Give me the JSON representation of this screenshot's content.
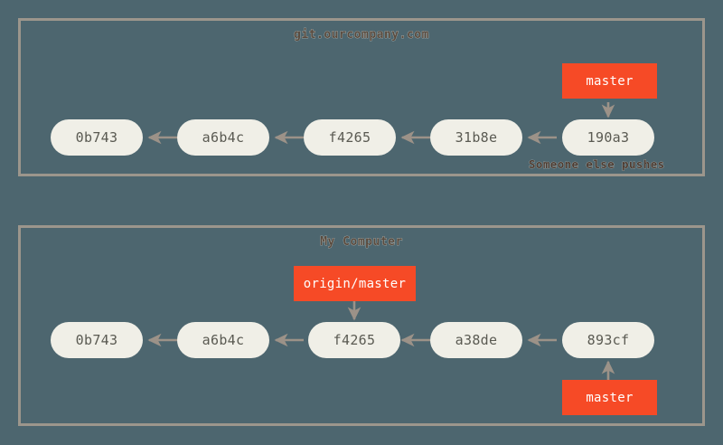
{
  "diagram": {
    "title": "Git remote vs local branch divergence",
    "background_color": "#4d666f",
    "panel_border_color": "#9c968c",
    "commit_node_color": "#f0efe7",
    "commit_text_color": "#5a5a52",
    "ref_label_color": "#f64a26",
    "ref_label_text_color": "#ffffff",
    "arrow_color": "#9c9288",
    "annotation_text_color": "#4c3b31"
  },
  "panels": [
    {
      "id": "remote",
      "title": "git.ourcompany.com",
      "commits": [
        {
          "label": "0b743"
        },
        {
          "label": "a6b4c"
        },
        {
          "label": "f4265"
        },
        {
          "label": "31b8e"
        },
        {
          "label": "190a3"
        }
      ],
      "refs": [
        {
          "label": "master",
          "points_to": "190a3"
        }
      ],
      "annotations": [
        {
          "text": "Someone else pushes"
        }
      ]
    },
    {
      "id": "local",
      "title": "My Computer",
      "commits": [
        {
          "label": "0b743"
        },
        {
          "label": "a6b4c"
        },
        {
          "label": "f4265"
        },
        {
          "label": "a38de"
        },
        {
          "label": "893cf"
        }
      ],
      "refs": [
        {
          "label": "origin/master",
          "points_to": "f4265"
        },
        {
          "label": "master",
          "points_to": "893cf"
        }
      ],
      "annotations": []
    }
  ]
}
